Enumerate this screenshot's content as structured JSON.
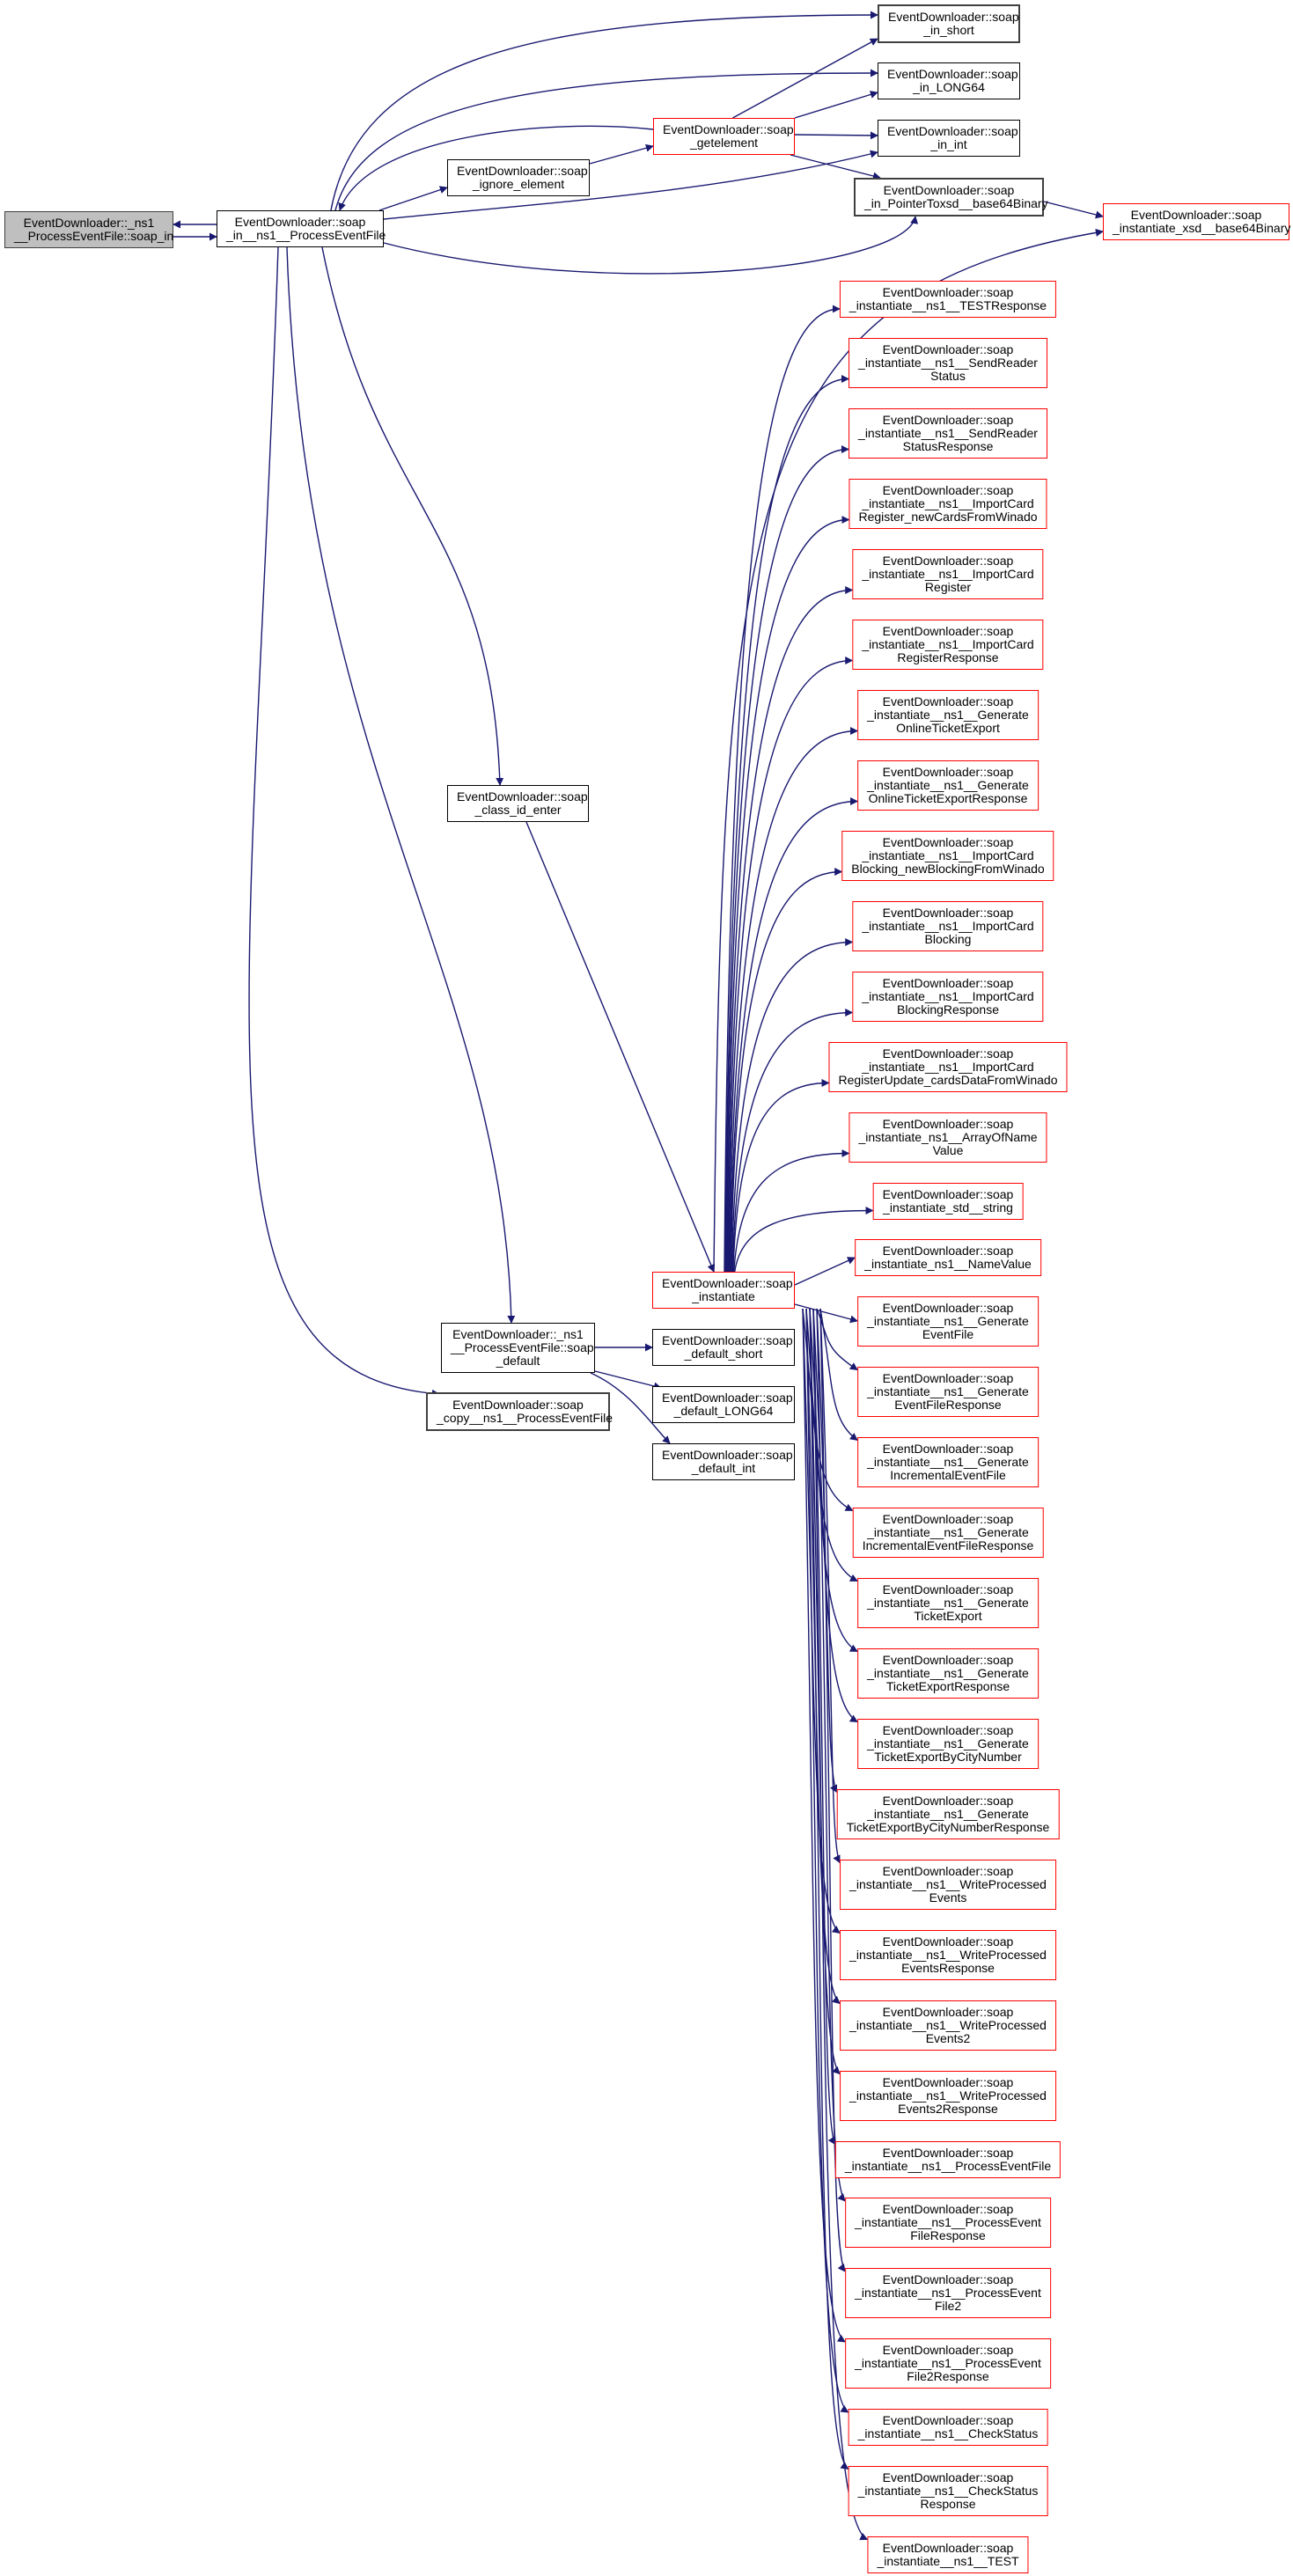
{
  "colors": {
    "edge": "#191970",
    "red_border": "#ff0000",
    "root_fill": "#bfbfbf"
  },
  "nodes": [
    {
      "id": "root",
      "style": "root",
      "lines": [
        "EventDownloader::_ns1",
        "__ProcessEventFile::soap_in"
      ]
    },
    {
      "id": "main",
      "style": "black",
      "lines": [
        "EventDownloader::soap",
        "_in__ns1__ProcessEventFile"
      ]
    },
    {
      "id": "ignore",
      "style": "black",
      "lines": [
        "EventDownloader::soap",
        "_ignore_element"
      ]
    },
    {
      "id": "getelement",
      "style": "red",
      "lines": [
        "EventDownloader::soap",
        "_getelement"
      ]
    },
    {
      "id": "in_short",
      "style": "dark",
      "lines": [
        "EventDownloader::soap",
        "_in_short"
      ]
    },
    {
      "id": "in_long64",
      "style": "black",
      "lines": [
        "EventDownloader::soap",
        "_in_LONG64"
      ]
    },
    {
      "id": "in_int",
      "style": "black",
      "lines": [
        "EventDownloader::soap",
        "_in_int"
      ]
    },
    {
      "id": "in_ptr",
      "style": "dark",
      "lines": [
        "EventDownloader::soap",
        "_in_PointerToxsd__base64Binary"
      ]
    },
    {
      "id": "inst_xsd",
      "style": "red",
      "lines": [
        "EventDownloader::soap",
        "_instantiate_xsd__base64Binary"
      ]
    },
    {
      "id": "class_id",
      "style": "black",
      "lines": [
        "EventDownloader::soap",
        "_class_id_enter"
      ]
    },
    {
      "id": "instantiate",
      "style": "red",
      "lines": [
        "EventDownloader::soap",
        "_instantiate"
      ]
    },
    {
      "id": "soap_default",
      "style": "black",
      "lines": [
        "EventDownloader::_ns1",
        "__ProcessEventFile::soap",
        "_default"
      ]
    },
    {
      "id": "copy",
      "style": "dark",
      "lines": [
        "EventDownloader::soap",
        "_copy__ns1__ProcessEventFile"
      ]
    },
    {
      "id": "def_short",
      "style": "black",
      "lines": [
        "EventDownloader::soap",
        "_default_short"
      ]
    },
    {
      "id": "def_long64",
      "style": "black",
      "lines": [
        "EventDownloader::soap",
        "_default_LONG64"
      ]
    },
    {
      "id": "def_int",
      "style": "black",
      "lines": [
        "EventDownloader::soap",
        "_default_int"
      ]
    }
  ],
  "instantiate_targets": [
    [
      "EventDownloader::soap",
      "_instantiate__ns1__TESTResponse"
    ],
    [
      "EventDownloader::soap",
      "_instantiate__ns1__SendReader",
      "Status"
    ],
    [
      "EventDownloader::soap",
      "_instantiate__ns1__SendReader",
      "StatusResponse"
    ],
    [
      "EventDownloader::soap",
      "_instantiate__ns1__ImportCard",
      "Register_newCardsFromWinado"
    ],
    [
      "EventDownloader::soap",
      "_instantiate__ns1__ImportCard",
      "Register"
    ],
    [
      "EventDownloader::soap",
      "_instantiate__ns1__ImportCard",
      "RegisterResponse"
    ],
    [
      "EventDownloader::soap",
      "_instantiate__ns1__Generate",
      "OnlineTicketExport"
    ],
    [
      "EventDownloader::soap",
      "_instantiate__ns1__Generate",
      "OnlineTicketExportResponse"
    ],
    [
      "EventDownloader::soap",
      "_instantiate__ns1__ImportCard",
      "Blocking_newBlockingFromWinado"
    ],
    [
      "EventDownloader::soap",
      "_instantiate__ns1__ImportCard",
      "Blocking"
    ],
    [
      "EventDownloader::soap",
      "_instantiate__ns1__ImportCard",
      "BlockingResponse"
    ],
    [
      "EventDownloader::soap",
      "_instantiate__ns1__ImportCard",
      "RegisterUpdate_cardsDataFromWinado"
    ],
    [
      "EventDownloader::soap",
      "_instantiate_ns1__ArrayOfName",
      "Value"
    ],
    [
      "EventDownloader::soap",
      "_instantiate_std__string"
    ],
    [
      "EventDownloader::soap",
      "_instantiate_ns1__NameValue"
    ],
    [
      "EventDownloader::soap",
      "_instantiate__ns1__Generate",
      "EventFile"
    ],
    [
      "EventDownloader::soap",
      "_instantiate__ns1__Generate",
      "EventFileResponse"
    ],
    [
      "EventDownloader::soap",
      "_instantiate__ns1__Generate",
      "IncrementalEventFile"
    ],
    [
      "EventDownloader::soap",
      "_instantiate__ns1__Generate",
      "IncrementalEventFileResponse"
    ],
    [
      "EventDownloader::soap",
      "_instantiate__ns1__Generate",
      "TicketExport"
    ],
    [
      "EventDownloader::soap",
      "_instantiate__ns1__Generate",
      "TicketExportResponse"
    ],
    [
      "EventDownloader::soap",
      "_instantiate__ns1__Generate",
      "TicketExportByCityNumber"
    ],
    [
      "EventDownloader::soap",
      "_instantiate__ns1__Generate",
      "TicketExportByCityNumberResponse"
    ],
    [
      "EventDownloader::soap",
      "_instantiate__ns1__WriteProcessed",
      "Events"
    ],
    [
      "EventDownloader::soap",
      "_instantiate__ns1__WriteProcessed",
      "EventsResponse"
    ],
    [
      "EventDownloader::soap",
      "_instantiate__ns1__WriteProcessed",
      "Events2"
    ],
    [
      "EventDownloader::soap",
      "_instantiate__ns1__WriteProcessed",
      "Events2Response"
    ],
    [
      "EventDownloader::soap",
      "_instantiate__ns1__ProcessEventFile"
    ],
    [
      "EventDownloader::soap",
      "_instantiate__ns1__ProcessEvent",
      "FileResponse"
    ],
    [
      "EventDownloader::soap",
      "_instantiate__ns1__ProcessEvent",
      "File2"
    ],
    [
      "EventDownloader::soap",
      "_instantiate__ns1__ProcessEvent",
      "File2Response"
    ],
    [
      "EventDownloader::soap",
      "_instantiate__ns1__CheckStatus"
    ],
    [
      "EventDownloader::soap",
      "_instantiate__ns1__CheckStatus",
      "Response"
    ],
    [
      "EventDownloader::soap",
      "_instantiate__ns1__TEST"
    ]
  ]
}
